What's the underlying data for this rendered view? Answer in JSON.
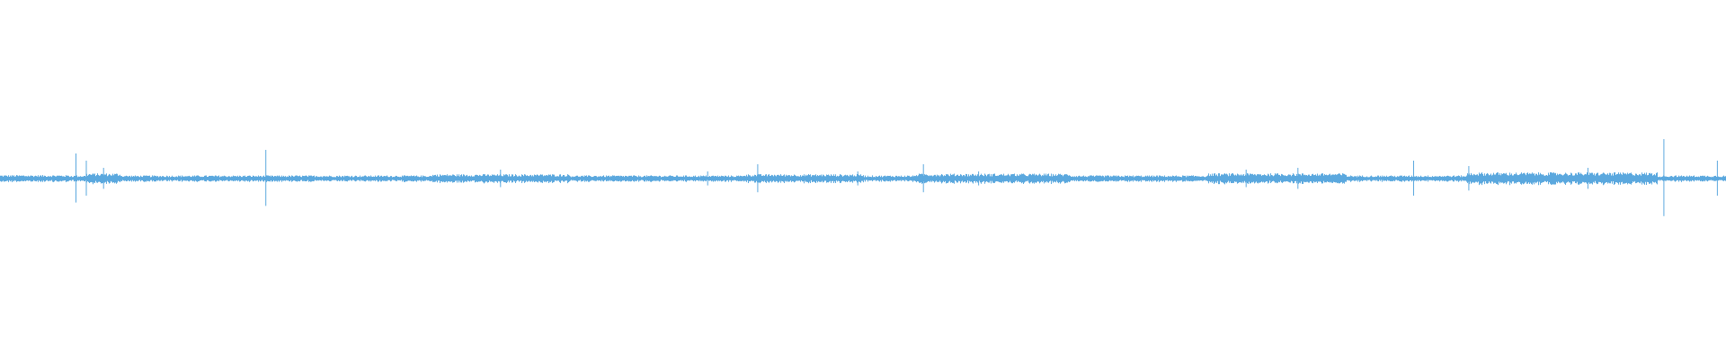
{
  "chart_data": {
    "type": "line",
    "style": "audio-waveform",
    "line_color": "#5ba8de",
    "background": "#ffffff",
    "grid": false,
    "axes_visible": false,
    "x_range": [
      0,
      1
    ],
    "y_range": [
      -1,
      1
    ],
    "baseline_amplitude": 0.018,
    "noise_segments": [
      {
        "x_start": 0.0,
        "x_end": 0.04,
        "amplitude": 0.02
      },
      {
        "x_start": 0.05,
        "x_end": 0.07,
        "amplitude": 0.03
      },
      {
        "x_start": 0.25,
        "x_end": 0.33,
        "amplitude": 0.025
      },
      {
        "x_start": 0.43,
        "x_end": 0.5,
        "amplitude": 0.025
      },
      {
        "x_start": 0.53,
        "x_end": 0.62,
        "amplitude": 0.028
      },
      {
        "x_start": 0.7,
        "x_end": 0.78,
        "amplitude": 0.03
      },
      {
        "x_start": 0.85,
        "x_end": 0.96,
        "amplitude": 0.035
      }
    ],
    "spikes": [
      {
        "x": 0.044,
        "amplitude": 0.14
      },
      {
        "x": 0.05,
        "amplitude": 0.1
      },
      {
        "x": 0.06,
        "amplitude": 0.06
      },
      {
        "x": 0.154,
        "amplitude": 0.16
      },
      {
        "x": 0.29,
        "amplitude": 0.05
      },
      {
        "x": 0.41,
        "amplitude": 0.04
      },
      {
        "x": 0.439,
        "amplitude": 0.08
      },
      {
        "x": 0.497,
        "amplitude": 0.04
      },
      {
        "x": 0.535,
        "amplitude": 0.08
      },
      {
        "x": 0.567,
        "amplitude": 0.04
      },
      {
        "x": 0.722,
        "amplitude": 0.05
      },
      {
        "x": 0.752,
        "amplitude": 0.06
      },
      {
        "x": 0.819,
        "amplitude": 0.1
      },
      {
        "x": 0.851,
        "amplitude": 0.07
      },
      {
        "x": 0.92,
        "amplitude": 0.06
      },
      {
        "x": 0.964,
        "amplitude": 0.22
      },
      {
        "x": 0.995,
        "amplitude": 0.1
      }
    ]
  }
}
